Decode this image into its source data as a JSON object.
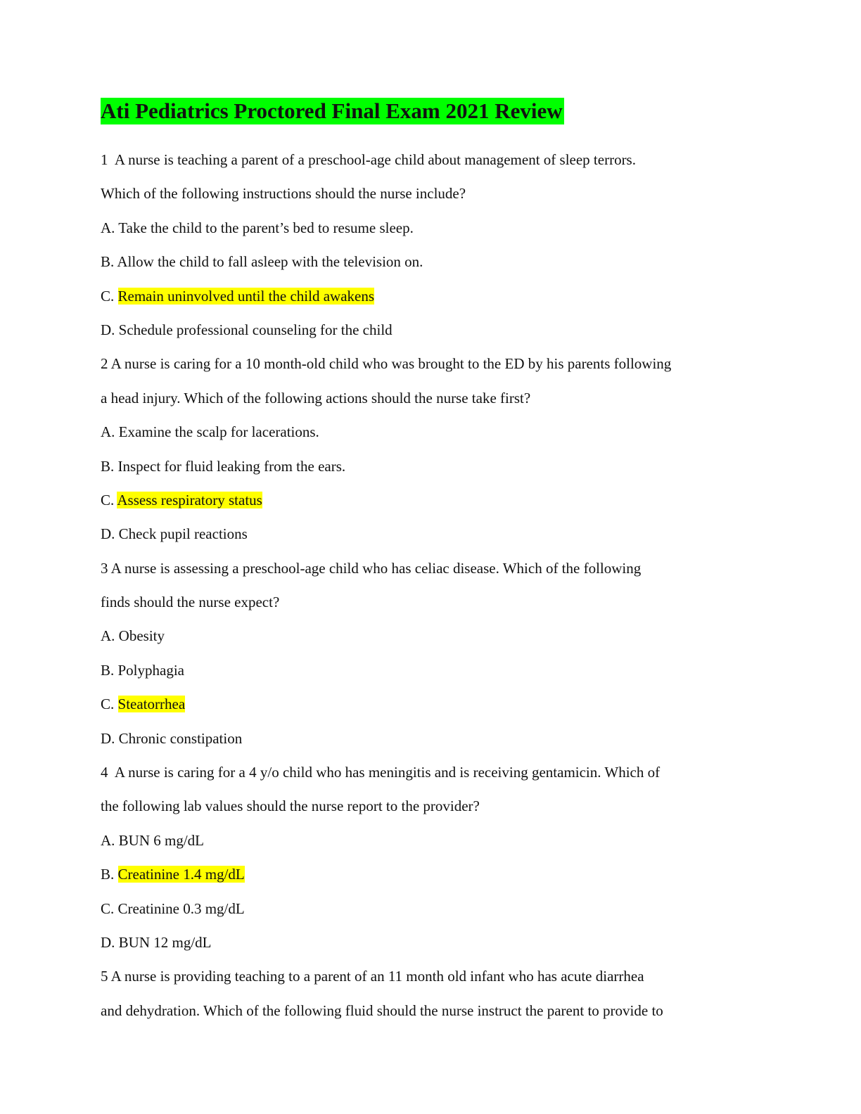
{
  "document": {
    "title": "Ati Pediatrics Proctored Final Exam 2021 Review",
    "highlight_colors": {
      "title": "#00ff00",
      "answer": "#ffff00"
    },
    "lines": [
      {
        "text": "1  A nurse is teaching a parent of a preschool-age child about management of sleep terrors."
      },
      {
        "text": "Which of the following instructions should the nurse include?"
      },
      {
        "text": "A. Take the child to the parent’s bed to resume sleep."
      },
      {
        "text": "B. Allow the child to fall asleep with the television on."
      },
      {
        "prefix": "C. ",
        "answer": "Remain uninvolved until the child awakens"
      },
      {
        "text": "D. Schedule professional counseling for the child"
      },
      {
        "text": "2 A nurse is caring for a 10 month-old child who was brought to the ED by his parents following"
      },
      {
        "text": "a head injury. Which of the following actions should the nurse take first?"
      },
      {
        "text": "A. Examine the scalp for lacerations."
      },
      {
        "text": "B. Inspect for fluid leaking from the ears."
      },
      {
        "prefix": "C. ",
        "answer": "Assess respiratory status"
      },
      {
        "text": "D. Check pupil reactions"
      },
      {
        "text": "3 A nurse is assessing a preschool-age child who has celiac disease. Which of the following"
      },
      {
        "text": "finds should the nurse expect?"
      },
      {
        "text": "A. Obesity"
      },
      {
        "text": "B. Polyphagia"
      },
      {
        "prefix": "C. ",
        "answer": "Steatorrhea"
      },
      {
        "text": "D. Chronic constipation"
      },
      {
        "text": "4  A nurse is caring for a 4 y/o child who has meningitis and is receiving gentamicin. Which of"
      },
      {
        "text": "the following lab values should the nurse report to the provider?"
      },
      {
        "text": "A. BUN 6 mg/dL"
      },
      {
        "prefix": "B. ",
        "answer": "Creatinine 1.4 mg/dL"
      },
      {
        "text": "C. Creatinine 0.3 mg/dL"
      },
      {
        "text": "D. BUN 12 mg/dL"
      },
      {
        "text": "5 A nurse is providing teaching to a parent of an 11 month old infant who has acute diarrhea"
      },
      {
        "text": "and dehydration. Which of the following fluid should the nurse instruct the parent to provide to"
      }
    ]
  }
}
